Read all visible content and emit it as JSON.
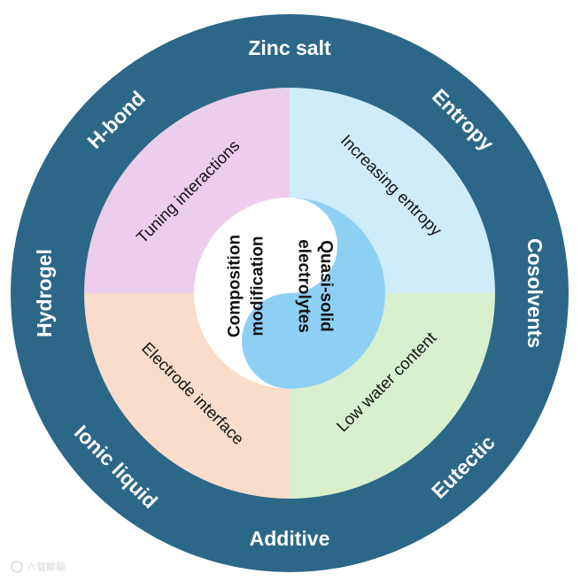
{
  "outer_ring": {
    "items": [
      {
        "label": "Zinc salt"
      },
      {
        "label": "Entropy"
      },
      {
        "label": "Cosolvents"
      },
      {
        "label": "Eutectic"
      },
      {
        "label": "Additive"
      },
      {
        "label": "Ionic liquid"
      },
      {
        "label": "Hydrogel"
      },
      {
        "label": "H-bond"
      }
    ],
    "color": "#2c6787"
  },
  "quadrants": [
    {
      "label": "Tuning interactions",
      "color": "#edcdec"
    },
    {
      "label": "Increasing entropy",
      "color": "#cfecfb"
    },
    {
      "label": "Low water content",
      "color": "#d9f0ce"
    },
    {
      "label": "Electrode interface",
      "color": "#f9dcc9"
    }
  ],
  "center": {
    "left": {
      "lines": [
        "Composition",
        "modification"
      ],
      "color": "#ffffff"
    },
    "right": {
      "lines": [
        "Quasi-solid",
        "electrolytes"
      ],
      "color": "#8ed0f4"
    }
  },
  "watermark": {
    "text": "六载聊聊"
  }
}
